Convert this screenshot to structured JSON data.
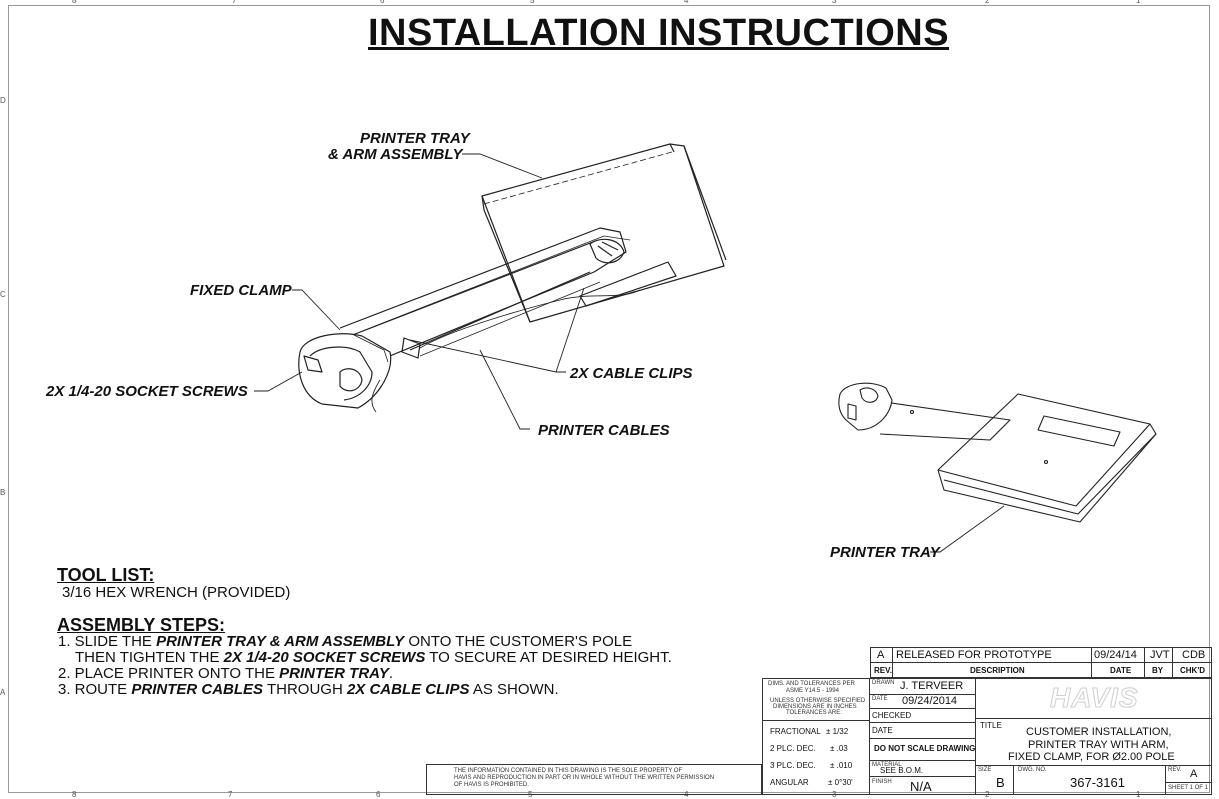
{
  "title": "INSTALLATION INSTRUCTIONS",
  "zones": {
    "top": [
      "8",
      "7",
      "6",
      "5",
      "4",
      "3",
      "2",
      "1"
    ],
    "bottom": [
      "8",
      "7",
      "6",
      "5",
      "4",
      "3",
      "2",
      "1"
    ],
    "left": [
      "D",
      "C",
      "B",
      "A"
    ]
  },
  "callouts": {
    "tray_arm_line1": "PRINTER TRAY",
    "tray_arm_line2": "& ARM ASSEMBLY",
    "fixed_clamp": "FIXED CLAMP",
    "socket_screws": "2X 1/4-20 SOCKET SCREWS",
    "cable_clips": "2X CABLE CLIPS",
    "printer_cables": "PRINTER CABLES",
    "printer_tray": "PRINTER TRAY"
  },
  "tool_list": {
    "heading": "TOOL LIST:",
    "item": "3/16 HEX WRENCH (PROVIDED)"
  },
  "assembly": {
    "heading": "ASSEMBLY STEPS:",
    "s1a": "1. SLIDE THE ",
    "s1b": "PRINTER TRAY & ARM ASSEMBLY",
    "s1c": " ONTO THE CUSTOMER'S POLE",
    "s1d": "THEN TIGHTEN THE ",
    "s1e": "2X 1/4-20 SOCKET SCREWS",
    "s1f": " TO SECURE AT DESIRED HEIGHT.",
    "s2a": "2. PLACE PRINTER ONTO THE ",
    "s2b": "PRINTER TRAY",
    "s2c": ".",
    "s3a": "3. ROUTE ",
    "s3b": "PRINTER CABLES",
    "s3c": " THROUGH ",
    "s3d": "2X CABLE CLIPS",
    "s3e": " AS SHOWN."
  },
  "revision": {
    "rev": "A",
    "description": "RELEASED FOR PROTOTYPE",
    "date": "09/24/14",
    "by": "JVT",
    "chkd": "CDB",
    "hdr_rev": "REV.",
    "hdr_desc": "DESCRIPTION",
    "hdr_date": "DATE",
    "hdr_by": "BY",
    "hdr_chkd": "CHK'D"
  },
  "tolerances": {
    "dims": "DIMS. AND TOLERANCES PER",
    "asme": "ASME Y14.5 - 1994",
    "unless1": "UNLESS OTHERWISE SPECIFIED",
    "unless2": "DIMENSIONS ARE IN INCHES",
    "unless3": "TOLERANCES ARE:",
    "frac_label": "FRACTIONAL",
    "frac_val": "±  1/32",
    "p2_label": "2 PLC. DEC.",
    "p2_val": "±  .03",
    "p3_label": "3 PLC. DEC.",
    "p3_val": "±  .010",
    "ang_label": "ANGULAR",
    "ang_val": "±  0°30'"
  },
  "approvals": {
    "drawn_label": "DRAWN",
    "drawn": "J. TERVEER",
    "date_label": "DATE",
    "drawn_date": "09/24/2014",
    "checked_label": "CHECKED",
    "date2_label": "DATE",
    "no_scale": "DO NOT SCALE DRAWING",
    "material_label": "MATERIAL",
    "material": "SEE B.O.M.",
    "finish_label": "FINISH",
    "finish": "N/A"
  },
  "logo": "HAVIS",
  "drawing": {
    "title_label": "TITLE",
    "title1": "CUSTOMER INSTALLATION,",
    "title2": "PRINTER TRAY WITH ARM,",
    "title3": "FIXED CLAMP, FOR Ø2.00 POLE",
    "size_label": "SIZE",
    "size": "B",
    "dwg_label": "DWG. NO.",
    "dwg": "367-3161",
    "rev_label": "REV.",
    "rev": "A",
    "sheet": "SHEET 1 OF 1"
  },
  "proprietary": {
    "l1": "THE INFORMATION CONTAINED IN THIS DRAWING IS THE SOLE PROPERTY OF",
    "l2": "HAVIS AND REPRODUCTION IN PART OR IN WHOLE WITHOUT THE WRITTEN PERMISSION",
    "l3": "OF HAVIS IS PROHIBITED."
  },
  "colors": {
    "line": "#222222",
    "logo": "#cfcfcf"
  }
}
